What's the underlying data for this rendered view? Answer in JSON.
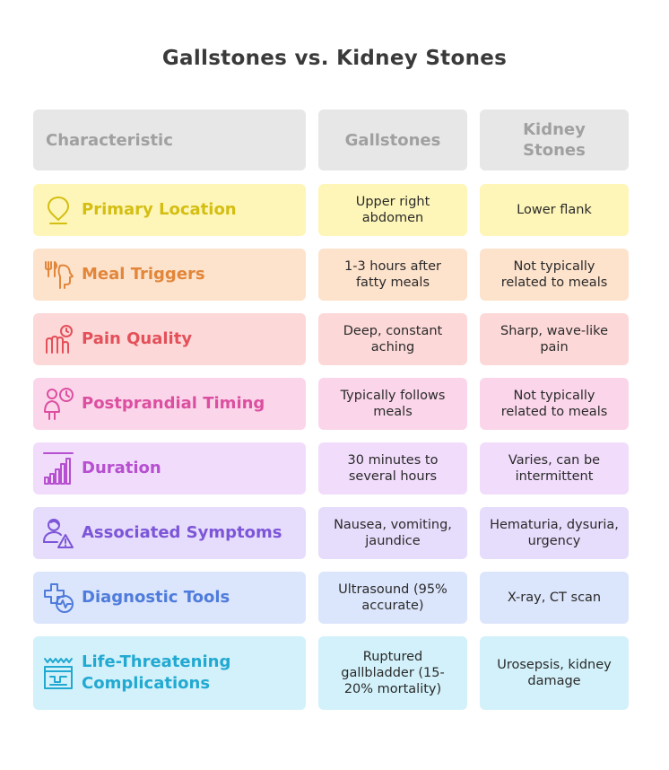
{
  "title": "Gallstones vs. Kidney Stones",
  "headers": [
    "Characteristic",
    "Gallstones",
    "Kidney Stones"
  ],
  "rows": [
    {
      "label": "Primary Location",
      "gall": "Upper right abdomen",
      "kidney": "Lower flank",
      "icon": "location-pin-icon",
      "bg": "#fef6b8",
      "color": "#d4be12"
    },
    {
      "label": "Meal Triggers",
      "gall": "1-3 hours after fatty meals",
      "kidney": "Not typically related to meals",
      "icon": "fork-knife-head-icon",
      "bg": "#fde2cc",
      "color": "#e2863a"
    },
    {
      "label": "Pain Quality",
      "gall": "Deep, constant aching",
      "kidney": "Sharp, wave-like pain",
      "icon": "pain-hand-icon",
      "bg": "#fdd8d8",
      "color": "#e3505a"
    },
    {
      "label": "Postprandial Timing",
      "gall": "Typically follows meals",
      "kidney": "Not typically related to meals",
      "icon": "person-clock-icon",
      "bg": "#fbd6ea",
      "color": "#dc4fa0"
    },
    {
      "label": "Duration",
      "gall": "30 minutes to several hours",
      "kidney": "Varies, can be intermittent",
      "icon": "bar-chart-icon",
      "bg": "#f1dcfb",
      "color": "#b64fd0"
    },
    {
      "label": "Associated Symptoms",
      "gall": "Nausea, vomiting, jaundice",
      "kidney": "Hematuria, dysuria, urgency",
      "icon": "person-warning-icon",
      "bg": "#e6dcfb",
      "color": "#7c55d8"
    },
    {
      "label": "Diagnostic Tools",
      "gall": "Ultrasound (95% accurate)",
      "kidney": "X-ray, CT scan",
      "icon": "medical-cross-pulse-icon",
      "bg": "#dbe5fb",
      "color": "#4f7cdc"
    },
    {
      "label": "Life-Threatening Complications",
      "gall": "Ruptured gallbladder (15-20% mortality)",
      "kidney": "Urosepsis, kidney damage",
      "icon": "hospital-icon",
      "bg": "#d2f1fa",
      "color": "#22a9d2"
    }
  ]
}
